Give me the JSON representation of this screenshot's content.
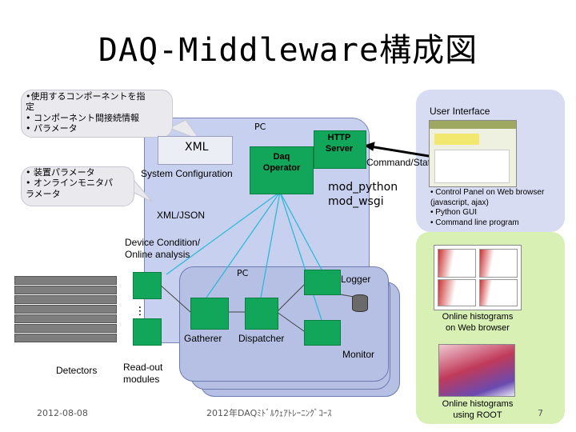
{
  "title": "DAQ-Middleware構成図",
  "callout_top": "•使用するコンポーネントを指\n定\n• コンポーネント間接続情報\n• パラメータ",
  "callout_mid": "• 装置パラメータ\n• オンラインモニタパ\n ラメータ",
  "labels": {
    "xml": "XML",
    "pc_top": "PC",
    "daq_operator": "Daq\nOperator",
    "http_server": "HTTP\nServer",
    "system_configuration": "System Configuration",
    "command_status": "Command/Status",
    "user_interface": "User Interface",
    "mod_python": "mod_python\nmod_wsgi",
    "ui_list": "• Control Panel on Web browser\n  (javascript, ajax)\n• Python GUI\n• Command line program",
    "xml_json": "XML/JSON",
    "device_condition": "Device Condition/\nOnline analysis",
    "pc_bottom": "PC",
    "logger": "Logger",
    "gatherer": "Gatherer",
    "dispatcher": "Dispatcher",
    "monitor": "Monitor",
    "online_hist_web": "Online histograms\non Web browser",
    "online_hist_root": "Online histograms\nusing ROOT",
    "detectors": "Detectors",
    "readout_modules": "Read-out\nmodules",
    "ellipsis": "…"
  },
  "footer": {
    "date": "2012-08-08",
    "course": "2012年DAQﾐﾄﾞﾙｳｪｱﾄﾚｰﾆﾝｸﾞｺｰｽ",
    "page": "7"
  },
  "colors": {
    "pc_box": "#bcc6e6",
    "ui_panel": "#d7dcf3",
    "histo_panel": "#d8f0b4",
    "component": "#11a65a",
    "connector": "#2fb9d8"
  }
}
